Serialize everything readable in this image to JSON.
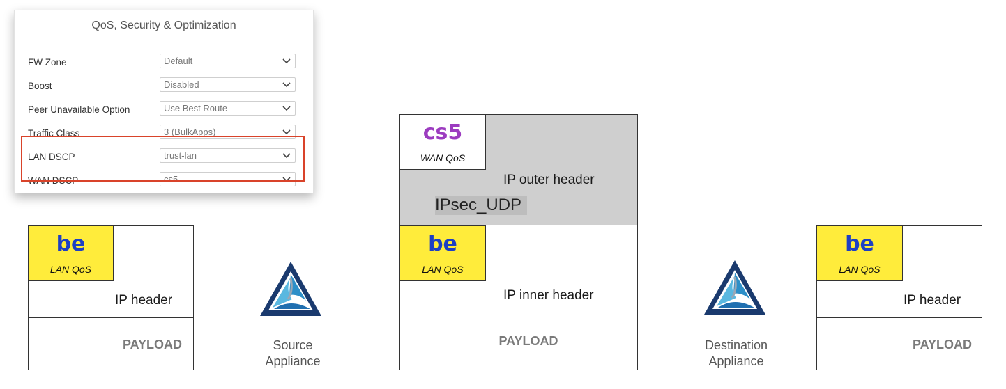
{
  "panel": {
    "title": "QoS, Security & Optimization",
    "rows": [
      {
        "label": "FW Zone",
        "value": "Default"
      },
      {
        "label": "Boost",
        "value": "Disabled"
      },
      {
        "label": "Peer Unavailable Option",
        "value": "Use Best Route"
      },
      {
        "label": "Traffic Class",
        "value": "3 (BulkApps)"
      },
      {
        "label": "LAN DSCP",
        "value": "trust-lan"
      },
      {
        "label": "WAN DSCP",
        "value": "cs5"
      }
    ],
    "highlight_color": "#d9432a"
  },
  "packets": {
    "source": {
      "lan_tag": {
        "code": "be",
        "label": "LAN QoS"
      },
      "header": "IP header",
      "payload": "PAYLOAD"
    },
    "tunnel": {
      "wan_tag": {
        "code": "cs5",
        "label": "WAN QoS"
      },
      "outer_header": "IP outer header",
      "ipsec": "IPsec_UDP",
      "lan_tag": {
        "code": "be",
        "label": "LAN QoS"
      },
      "inner_header": "IP inner header",
      "payload": "PAYLOAD"
    },
    "destination": {
      "lan_tag": {
        "code": "be",
        "label": "LAN QoS"
      },
      "header": "IP header",
      "payload": "PAYLOAD"
    }
  },
  "appliances": {
    "source": {
      "line1": "Source",
      "line2": "Appliance",
      "icon": "appliance-logo-icon"
    },
    "destination": {
      "line1": "Destination",
      "line2": "Appliance",
      "icon": "appliance-logo-icon"
    }
  },
  "colors": {
    "tag_yellow": "#ffec3b",
    "code_blue": "#1d3fc4",
    "code_purple": "#9c3cc0",
    "header_grey": "#cfcfcf"
  }
}
